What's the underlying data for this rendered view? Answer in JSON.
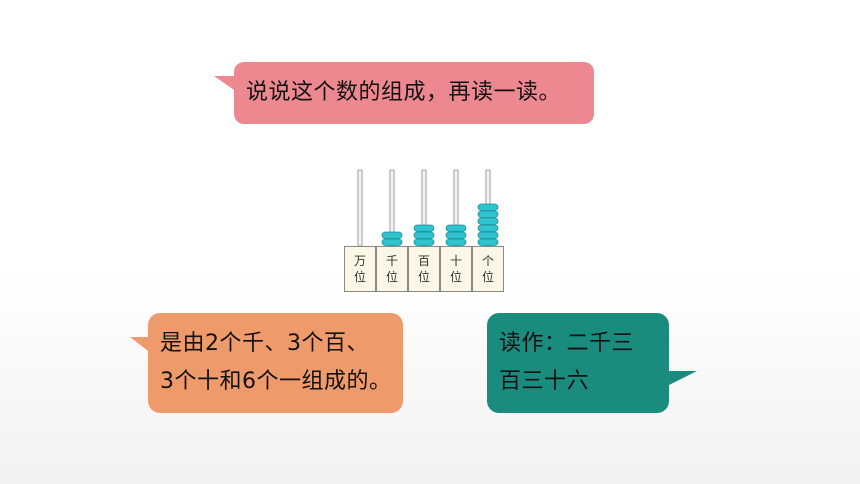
{
  "bubbles": {
    "top": {
      "text": "说说这个数的组成，再读一读。",
      "color": "#ee8890"
    },
    "left": {
      "line1": "是由2个千、3个百、",
      "line2": "3个十和6个一组成的。",
      "color": "#ef9a6b"
    },
    "right": {
      "line1": "读作：二千三",
      "line2": "百三十六",
      "color": "#1a8c7e"
    }
  },
  "abacus": {
    "bead_color": "#2ec4cf",
    "rods": [
      {
        "label": "万\n位",
        "beads": 0
      },
      {
        "label": "千\n位",
        "beads": 2
      },
      {
        "label": "百\n位",
        "beads": 3
      },
      {
        "label": "十\n位",
        "beads": 3
      },
      {
        "label": "个\n位",
        "beads": 6
      }
    ]
  }
}
